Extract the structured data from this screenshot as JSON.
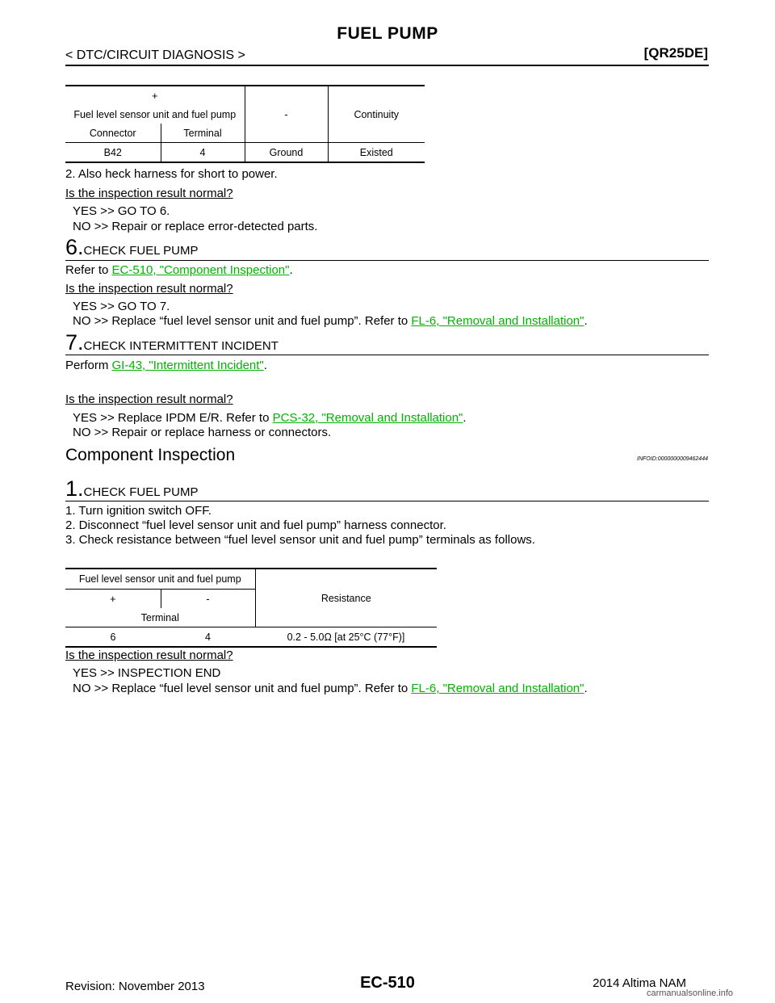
{
  "header": {
    "title": "FUEL PUMP",
    "section": "< DTC/CIRCUIT DIAGNOSIS >",
    "engine": "[QR25DE]"
  },
  "table1": {
    "plus": "+",
    "unit": "Fuel level sensor unit and fuel pump",
    "connector_hdr": "Connector",
    "terminal_hdr": "Terminal",
    "minus": "-",
    "condition": "Continuity",
    "connector": "B42",
    "terminal": "4",
    "ground": "Ground",
    "result": "Existed"
  },
  "s5": {
    "item2": "2.    Also heck harness for short to power.",
    "question": "Is the inspection result normal?",
    "yes": "YES     >> GO TO 6.",
    "no": "NO      >> Repair or replace error-detected parts."
  },
  "s6": {
    "num": "6.",
    "title": "CHECK FUEL PUMP",
    "refer_prefix": "Refer to ",
    "refer_link": "EC-510, \"Component Inspection\"",
    "refer_suffix": ".",
    "question": "Is the inspection result normal?",
    "yes": "YES     >> GO TO 7.",
    "no_prefix": "NO      >> Replace “fuel level sensor unit and fuel pump”. Refer to ",
    "no_link": "FL-6, \"Removal and Installation\"",
    "no_suffix": "."
  },
  "s7": {
    "num": "7.",
    "title": "CHECK INTERMITTENT INCIDENT",
    "perform_prefix": "Perform ",
    "perform_link": "GI-43, \"Intermittent Incident\"",
    "perform_suffix": ".",
    "question": "Is the inspection result normal?",
    "yes_prefix": "YES     >> Replace IPDM E/R. Refer to ",
    "yes_link": "PCS-32, \"Removal and Installation\"",
    "yes_suffix": ".",
    "no": "NO      >> Repair or replace harness or connectors."
  },
  "component": {
    "heading": "Component Inspection",
    "infoid": "INFOID:0000000009462444",
    "num": "1.",
    "title": "CHECK FUEL PUMP",
    "item1": "1.    Turn ignition switch OFF.",
    "item2": "2.    Disconnect “fuel level sensor unit and fuel pump” harness connector.",
    "item3": "3.    Check resistance between “fuel level sensor unit and fuel pump” terminals as follows.",
    "question": "Is the inspection result normal?",
    "yes": "YES     >> INSPECTION END",
    "no_prefix": "NO      >> Replace “fuel level sensor unit and fuel pump”. Refer to ",
    "no_link": "FL-6, \"Removal and Installation\"",
    "no_suffix": "."
  },
  "table2": {
    "unit": "Fuel level sensor unit and fuel pump",
    "resistance_hdr": "Resistance",
    "plus": "+",
    "minus": "-",
    "terminal_hdr": "Terminal",
    "t_plus": "6",
    "t_minus": "4",
    "value": "0.2 - 5.0Ω [at 25°C (77°F)]"
  },
  "footer": {
    "revision": "Revision: November 2013",
    "page": "EC-510",
    "model": "2014 Altima NAM",
    "watermark": "carmanualsonline.info"
  },
  "colors": {
    "link": "#00b300"
  }
}
